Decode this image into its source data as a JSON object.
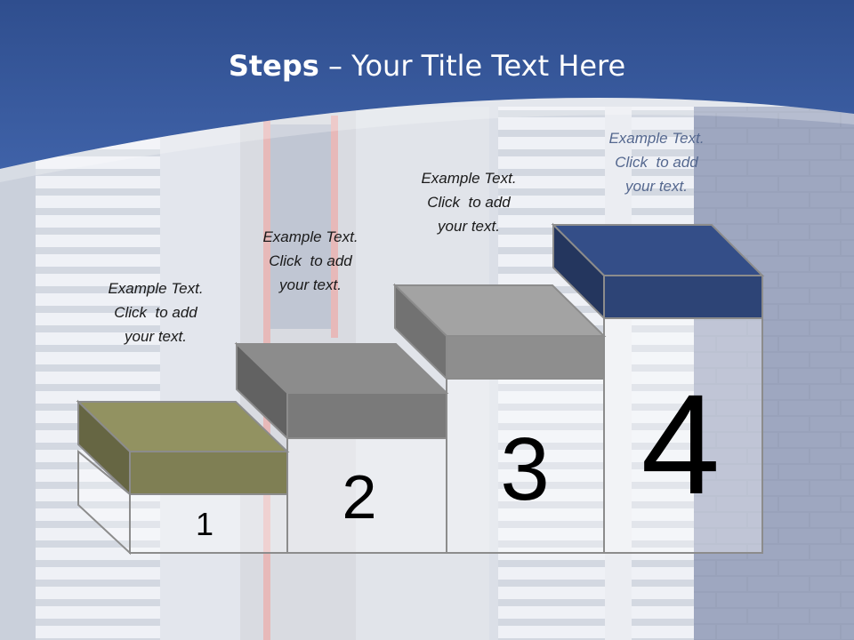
{
  "slide": {
    "title_bold": "Steps",
    "title_rest": " – Your Title Text Here",
    "colors": {
      "header_blue": "#3a5a9c",
      "step1": "#7f7f54",
      "step2": "#7a7a7a",
      "step3": "#8e8e8e",
      "step4": "#2d4476"
    },
    "steps": [
      {
        "number": "1",
        "line1": "Example Text.",
        "line2": "Click  to add",
        "line3": "your text."
      },
      {
        "number": "2",
        "line1": "Example Text.",
        "line2": "Click  to add",
        "line3": "your text."
      },
      {
        "number": "3",
        "line1": "Example Text.",
        "line2": "Click  to add",
        "line3": "your text."
      },
      {
        "number": "4",
        "line1": "Example Text.",
        "line2": "Click  to add",
        "line3": "your text."
      }
    ]
  }
}
